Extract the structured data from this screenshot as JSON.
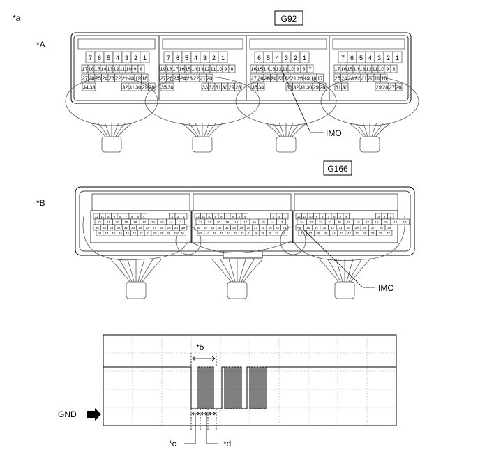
{
  "labels": {
    "a": "*a",
    "A": "*A",
    "B": "*B",
    "b": "*b",
    "c": "*c",
    "d": "*d",
    "gnd": "GND",
    "imo_top": "IMO",
    "imo_bottom": "IMO",
    "conn_g92": "G92",
    "conn_g166": "G166"
  },
  "g92": {
    "c1": {
      "r1": [
        "7",
        "6",
        "5",
        "4",
        "3",
        "2",
        "1"
      ],
      "r2": [
        "17",
        "16",
        "15",
        "14",
        "13",
        "12",
        "11",
        "10",
        "9",
        "8"
      ],
      "r3": [
        "27",
        "26",
        "25",
        "24",
        "23",
        "22",
        "21",
        "20",
        "19",
        "18"
      ],
      "r4": [
        "34",
        "33",
        "32",
        "31",
        "30",
        "29",
        "28"
      ]
    },
    "c2": {
      "r1": [
        "7",
        "6",
        "5",
        "4",
        "3",
        "2",
        "1"
      ],
      "r2": [
        "19",
        "18",
        "17",
        "16",
        "15",
        "14",
        "13",
        "12",
        "11",
        "10",
        "9",
        "8"
      ],
      "r3": [
        "27",
        "26",
        "25",
        "24",
        "23",
        "22",
        "21",
        "20"
      ],
      "r4": [
        "35",
        "34",
        "33",
        "32",
        "31",
        "30",
        "29",
        "28"
      ]
    },
    "c3": {
      "r1": [
        "6",
        "5",
        "4",
        "3",
        "2",
        "1"
      ],
      "r2": [
        "16",
        "15",
        "14",
        "13",
        "12",
        "11",
        "10",
        "9",
        "8",
        "7"
      ],
      "r3": [
        "27",
        "26",
        "25",
        "24",
        "23",
        "22",
        "21",
        "20",
        "19",
        "18",
        "17"
      ],
      "r4": [
        "35",
        "34",
        "33",
        "32",
        "31",
        "30",
        "29",
        "28"
      ]
    },
    "c4": {
      "r1": [
        "7",
        "6",
        "5",
        "4",
        "3",
        "2",
        "1"
      ],
      "r2": [
        "17",
        "16",
        "15",
        "14",
        "13",
        "12",
        "11",
        "10",
        "9",
        "8"
      ],
      "r3": [
        "25",
        "24",
        "23",
        "22",
        "21",
        "20",
        "19",
        "18"
      ],
      "r4": [
        "31",
        "30",
        "29",
        "28",
        "27",
        "26"
      ]
    }
  },
  "g166": {
    "c1": {
      "r1": [
        "12",
        "11",
        "10",
        "9",
        "8",
        "7",
        "6",
        "5",
        "4",
        "3",
        "2",
        "1"
      ],
      "r2": [
        "22",
        "21",
        "20",
        "19",
        "18",
        "17",
        "16",
        "15",
        "14",
        "13"
      ],
      "r3": [
        "35",
        "34",
        "33",
        "32",
        "31",
        "30",
        "29",
        "28",
        "27",
        "26",
        "25",
        "24",
        "23"
      ],
      "r4": [
        "48",
        "47",
        "46",
        "45",
        "44",
        "43",
        "42",
        "41",
        "40",
        "39",
        "38",
        "37",
        "36"
      ]
    },
    "c2": {
      "r1": [
        "12",
        "11",
        "10",
        "9",
        "8",
        "7",
        "6",
        "5",
        "4",
        "3",
        "2",
        "1"
      ],
      "r2": [
        "22",
        "21",
        "20",
        "19",
        "18",
        "17",
        "16",
        "15",
        "14",
        "13"
      ],
      "r3": [
        "35",
        "34",
        "33",
        "32",
        "31",
        "30",
        "29",
        "28",
        "27",
        "26",
        "25",
        "24",
        "23"
      ],
      "r4": [
        "48",
        "47",
        "46",
        "45",
        "44",
        "43",
        "42",
        "41",
        "40",
        "39",
        "38",
        "37",
        "36"
      ]
    },
    "c3": {
      "r1": [
        "12",
        "11",
        "10",
        "9",
        "8",
        "7",
        "6",
        "5",
        "4",
        "3",
        "2",
        "1"
      ],
      "r2": [
        "24",
        "23",
        "22",
        "21",
        "20",
        "19",
        "18",
        "17",
        "16",
        "15",
        "14",
        "13"
      ],
      "r3": [
        "36",
        "35",
        "34",
        "33",
        "32",
        "31",
        "30",
        "29",
        "28",
        "27",
        "26",
        "25"
      ],
      "r4": [
        "48",
        "47",
        "46",
        "45",
        "44",
        "43",
        "42",
        "41",
        "40",
        "39",
        "38",
        "37"
      ]
    }
  }
}
